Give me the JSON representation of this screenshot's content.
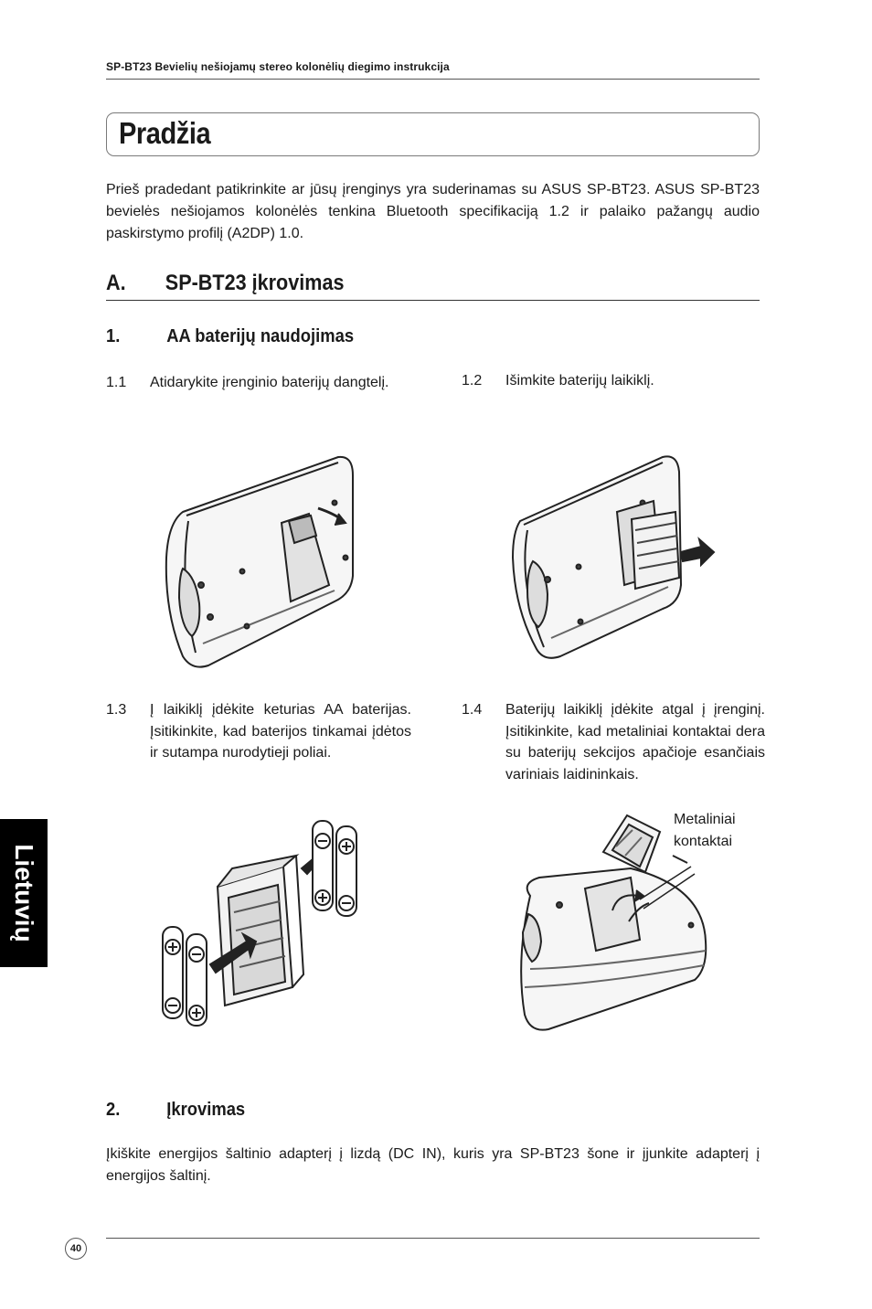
{
  "header": {
    "title": "SP-BT23 Bevielių nešiojamų stereo kolonėlių diegimo instrukcija"
  },
  "page_title": "Pradžia",
  "intro": "Prieš pradedant patikrinkite ar jūsų įrenginys yra suderinamas su ASUS SP-BT23. ASUS SP-BT23 bevielės nešiojamos kolonėlės tenkina Bluetooth specifikaciją 1.2 ir palaiko pažangų audio paskirstymo profilį (A2DP) 1.0.",
  "section_a": {
    "number": "A.",
    "title": "SP-BT23 įkrovimas"
  },
  "subsection_1": {
    "number": "1.",
    "title": "AA baterijų naudojimas"
  },
  "steps": [
    {
      "number": "1.1",
      "text": "Atidarykite įrenginio baterijų dangtelį."
    },
    {
      "number": "1.2",
      "text": "Išimkite baterijų laikiklį."
    },
    {
      "number": "1.3",
      "text": "Į laikiklį įdėkite keturias AA baterijas. Įsitikinkite, kad baterijos tinkamai įdėtos ir sutampa nurodytieji poliai."
    },
    {
      "number": "1.4",
      "text": "Baterijų laikiklį įdėkite atgal į įrenginį. Įsitikinkite, kad metaliniai kontaktai dera su baterijų sekcijos apačioje esančiais variniais laidininkais."
    }
  ],
  "callout": "Metaliniai kontaktai",
  "subsection_2": {
    "number": "2.",
    "title": "Įkrovimas"
  },
  "charging_text": "Įkiškite energijos šaltinio adapterį į lizdą (DC IN), kuris yra SP-BT23 šone ir įjunkite adapterį į energijos šaltinį.",
  "page_number": "40",
  "language_tab": "Lietuvių"
}
